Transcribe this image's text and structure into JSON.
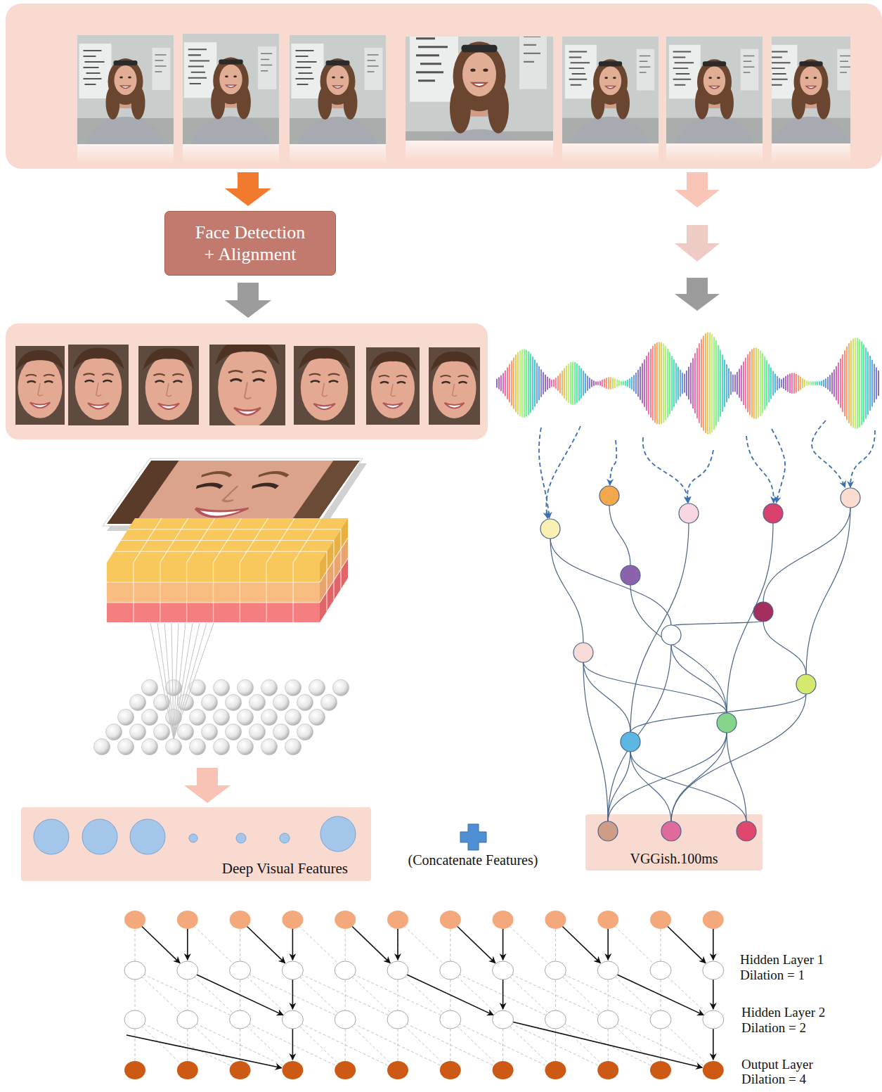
{
  "diagram": {
    "nodes": [
      {
        "text": [
          "Face Detection + Alignment"
        ]
      },
      {
        "text": [
          "Deep Visual Features"
        ]
      },
      {
        "text": [
          "VGGish.100ms"
        ]
      }
    ],
    "labels": [
      "(Concatenate Features)",
      "Hidden Layer 1 Dilation = 1",
      "Hidden Layer 2 Dilation = 2",
      "Output Layer Dilation = 4"
    ]
  }
}
